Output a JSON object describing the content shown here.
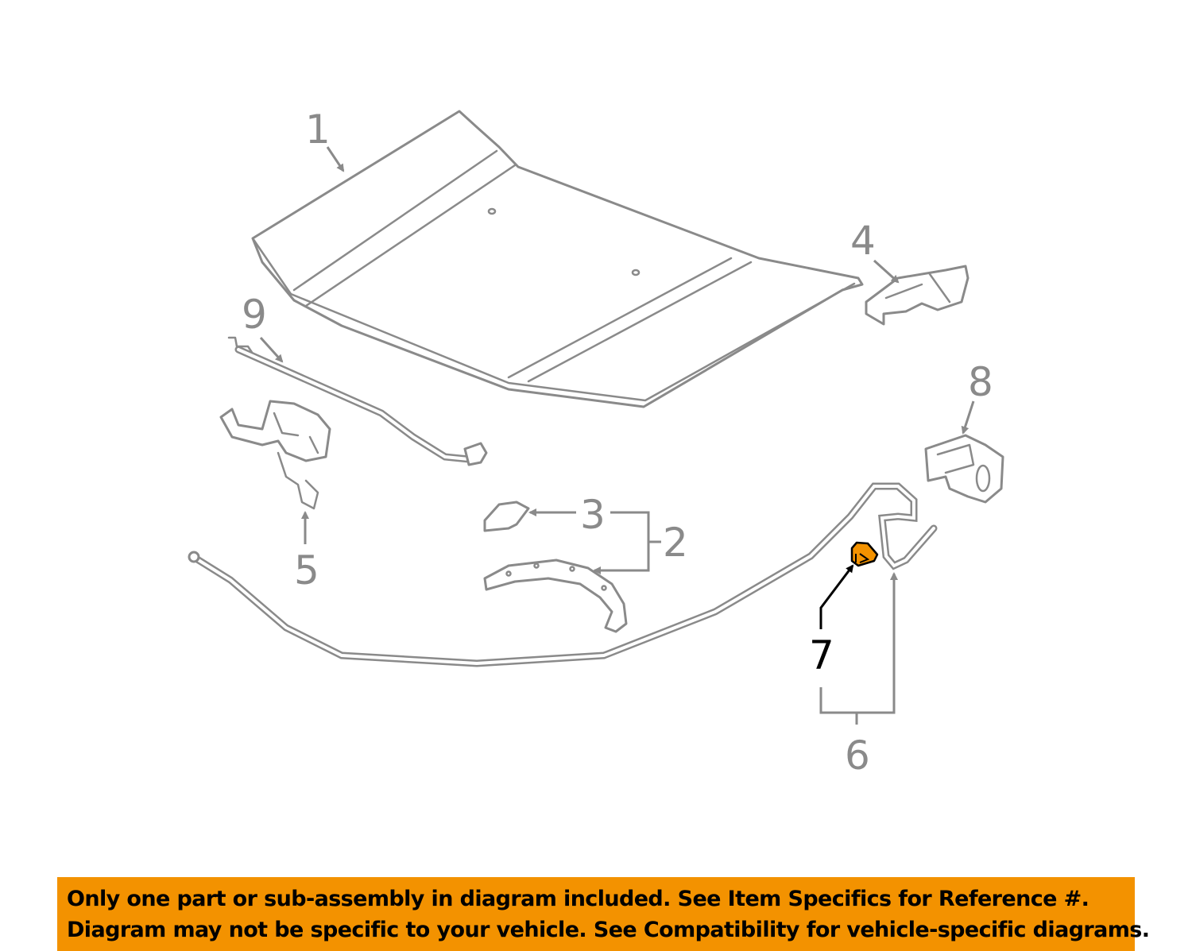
{
  "diagram": {
    "callouts": [
      {
        "id": "1",
        "label": "1"
      },
      {
        "id": "2",
        "label": "2"
      },
      {
        "id": "3",
        "label": "3"
      },
      {
        "id": "4",
        "label": "4"
      },
      {
        "id": "5",
        "label": "5"
      },
      {
        "id": "6",
        "label": "6"
      },
      {
        "id": "7",
        "label": "7",
        "highlighted": true
      },
      {
        "id": "8",
        "label": "8"
      },
      {
        "id": "9",
        "label": "9"
      }
    ],
    "highlight_color": "#f39200",
    "line_color": "#8a8a8a"
  },
  "banner": {
    "line1": "Only one part or sub-assembly in diagram included. See Item Specifics for Reference #.",
    "line2": "Diagram may not be specific to your vehicle. See Compatibility for vehicle-specific diagrams.",
    "background": "#f39200"
  }
}
